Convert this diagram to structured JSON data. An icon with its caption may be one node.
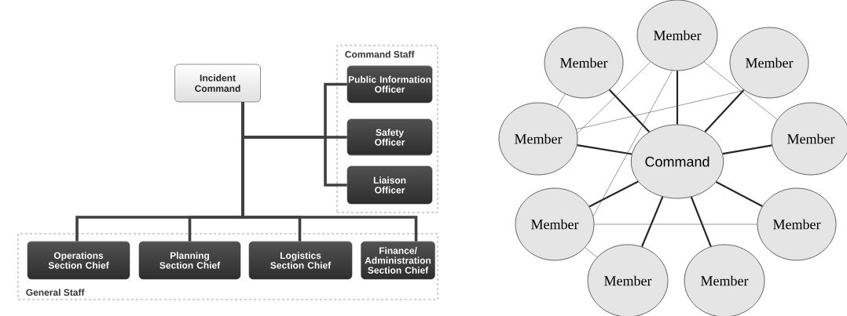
{
  "diagram": {
    "nodes": [
      {
        "text": [
          "Incident Command"
        ]
      },
      {
        "text": [
          "Command Staff"
        ]
      },
      {
        "text": [
          "Public Information Officer"
        ],
        "in": 1
      },
      {
        "text": [
          "Safety Officer"
        ],
        "in": 1
      },
      {
        "text": [
          "Liaison Officer"
        ],
        "in": 1
      },
      {
        "text": [
          "General Staff"
        ]
      },
      {
        "text": [
          "Operations Section Chief"
        ],
        "in": 5
      },
      {
        "text": [
          "Planning Section Chief"
        ],
        "in": 5
      },
      {
        "text": [
          "Logistics Section Chief"
        ],
        "in": 5
      },
      {
        "text": [
          "Finance/ Administration Section Chief"
        ],
        "in": 5
      },
      {
        "text": [
          "Member"
        ]
      },
      {
        "text": [
          "Member"
        ]
      },
      {
        "text": [
          "Member"
        ]
      },
      {
        "text": [
          "Member"
        ]
      },
      {
        "text": [
          "Command"
        ]
      },
      {
        "text": [
          "Member"
        ]
      },
      {
        "text": [
          "Member"
        ]
      },
      {
        "text": [
          "Member"
        ]
      },
      {
        "text": [
          "Member"
        ]
      },
      {
        "text": [
          "Member"
        ]
      }
    ],
    "edges": [
      {
        "from": 0,
        "to": 2,
        "arrow": "none",
        "color": "#404040"
      },
      {
        "from": 0,
        "to": 3,
        "arrow": "none",
        "color": "#404040"
      },
      {
        "from": 0,
        "to": 4,
        "arrow": "none",
        "color": "#404040"
      },
      {
        "from": 0,
        "to": 6,
        "arrow": "none",
        "color": "#404040"
      },
      {
        "from": 0,
        "to": 7,
        "arrow": "none",
        "color": "#404040"
      },
      {
        "from": 0,
        "to": 8,
        "arrow": "none",
        "color": "#404040"
      },
      {
        "from": 0,
        "to": 9,
        "arrow": "none",
        "color": "#404040"
      },
      {
        "from": 14,
        "to": 10,
        "arrow": "none"
      },
      {
        "from": 14,
        "to": 11,
        "arrow": "none"
      },
      {
        "from": 14,
        "to": 12,
        "arrow": "none"
      },
      {
        "from": 14,
        "to": 13,
        "arrow": "none"
      },
      {
        "from": 14,
        "to": 15,
        "arrow": "none"
      },
      {
        "from": 14,
        "to": 16,
        "arrow": "none"
      },
      {
        "from": 14,
        "to": 17,
        "arrow": "none"
      },
      {
        "from": 14,
        "to": 18,
        "arrow": "none"
      },
      {
        "from": 14,
        "to": 19,
        "arrow": "none"
      },
      {
        "from": 10,
        "to": 13,
        "arrow": "none",
        "color": "#555555"
      },
      {
        "from": 10,
        "to": 16,
        "arrow": "none",
        "color": "#555555"
      },
      {
        "from": 10,
        "to": 15,
        "arrow": "none",
        "color": "#555555"
      },
      {
        "from": 12,
        "to": 13,
        "arrow": "none",
        "color": "#555555"
      },
      {
        "from": 11,
        "to": 13,
        "arrow": "none",
        "color": "#555555"
      },
      {
        "from": 16,
        "to": 17,
        "arrow": "none",
        "color": "#555555"
      },
      {
        "from": 16,
        "to": 18,
        "arrow": "none",
        "color": "#555555"
      }
    ]
  }
}
